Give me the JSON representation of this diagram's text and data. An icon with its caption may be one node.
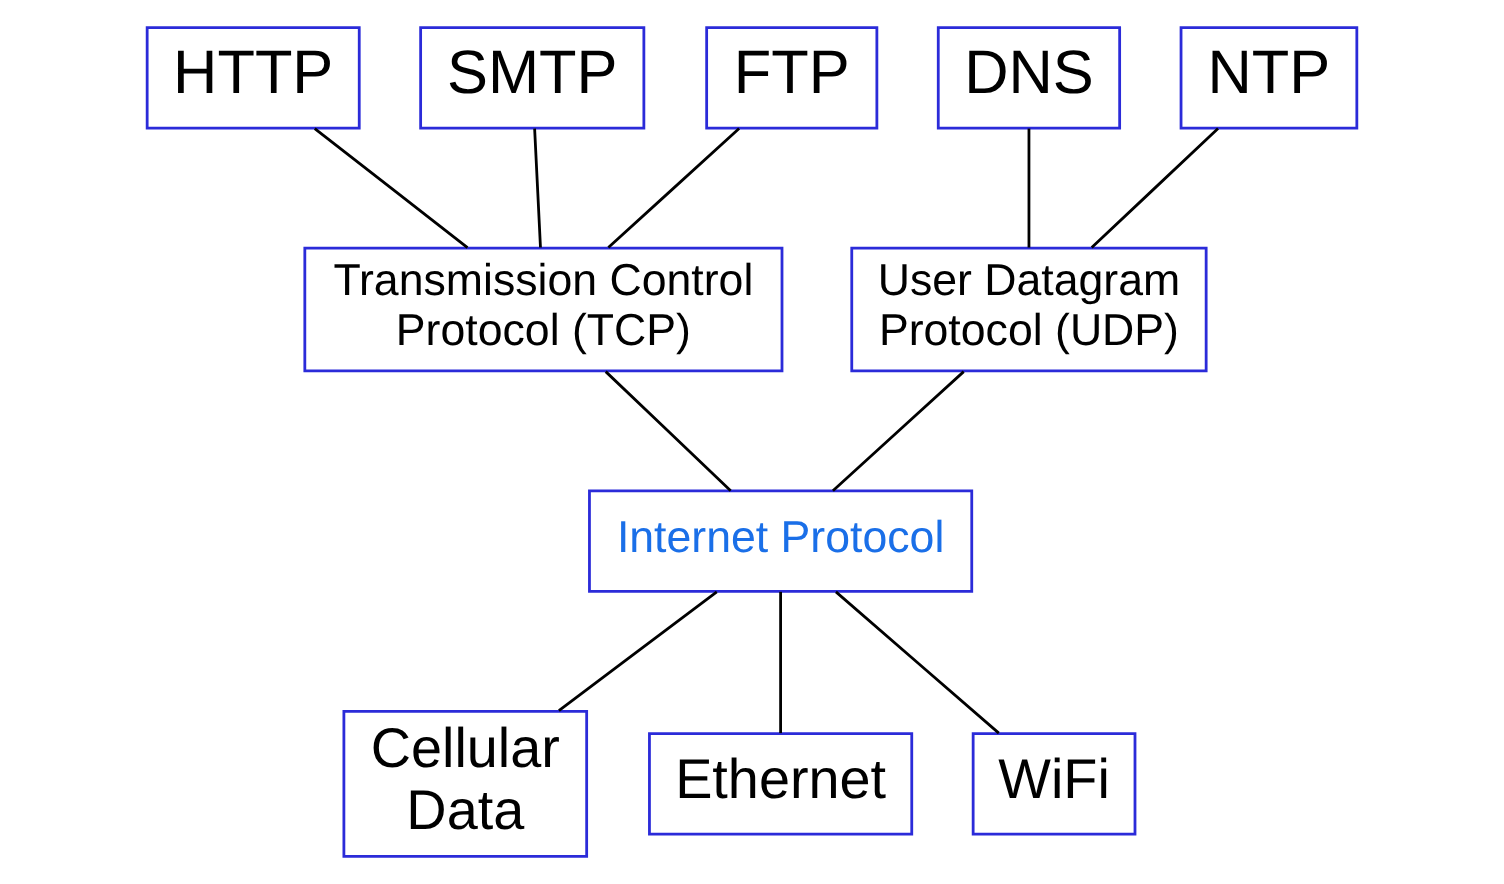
{
  "diagram": {
    "nodes": [
      {
        "text": [
          "HTTP"
        ]
      },
      {
        "text": [
          "SMTP"
        ]
      },
      {
        "text": [
          "FTP"
        ]
      },
      {
        "text": [
          "DNS"
        ]
      },
      {
        "text": [
          "NTP"
        ]
      },
      {
        "text": [
          "Transmission Control Protocol (TCP)"
        ]
      },
      {
        "text": [
          "User Datagram Protocol (UDP)"
        ]
      },
      {
        "text": [
          "Internet Protocol"
        ]
      },
      {
        "text": [
          "Cellular Data"
        ]
      },
      {
        "text": [
          "Ethernet"
        ]
      },
      {
        "text": [
          "WiFi"
        ]
      }
    ],
    "edges": [
      {
        "from": 0,
        "to": 5,
        "arrow": "none"
      },
      {
        "from": 1,
        "to": 5,
        "arrow": "none"
      },
      {
        "from": 2,
        "to": 5,
        "arrow": "none"
      },
      {
        "from": 3,
        "to": 6,
        "arrow": "none"
      },
      {
        "from": 4,
        "to": 6,
        "arrow": "none"
      },
      {
        "from": 5,
        "to": 7,
        "arrow": "none"
      },
      {
        "from": 6,
        "to": 7,
        "arrow": "none"
      },
      {
        "from": 7,
        "to": 8,
        "arrow": "none"
      },
      {
        "from": 7,
        "to": 9,
        "arrow": "none"
      },
      {
        "from": 7,
        "to": 10,
        "arrow": "none"
      }
    ]
  }
}
